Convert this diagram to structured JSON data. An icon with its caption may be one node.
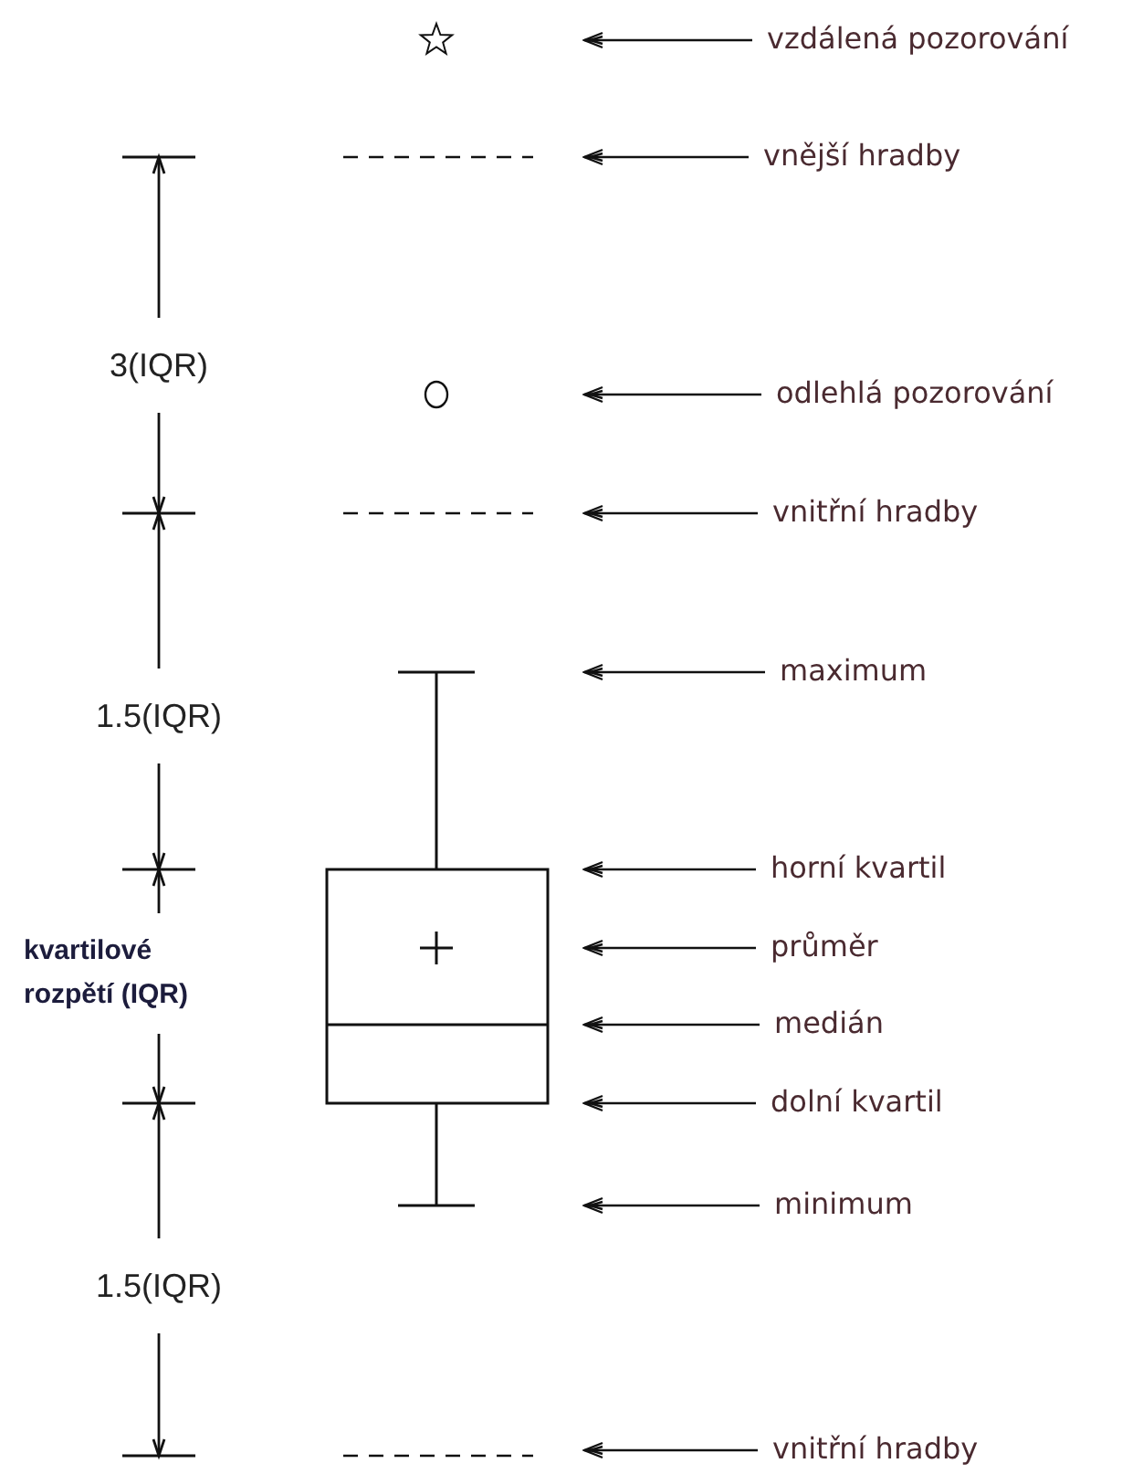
{
  "diagram": {
    "nodes": [
      {
        "text": [
          "vzdálená pozorování"
        ]
      },
      {
        "text": [
          "vnější hradby"
        ]
      },
      {
        "text": [
          "odlehlá pozorování"
        ]
      },
      {
        "text": [
          "vnitřní hradby"
        ]
      },
      {
        "text": [
          "maximum"
        ]
      },
      {
        "text": [
          "horní kvartil"
        ]
      },
      {
        "text": [
          "průměr"
        ]
      },
      {
        "text": [
          "medián"
        ]
      },
      {
        "text": [
          "dolní kvartil"
        ]
      },
      {
        "text": [
          "minimum"
        ]
      },
      {
        "text": [
          "vnitřní hradby"
        ]
      }
    ],
    "edges": [
      {
        "from": 0,
        "to": null,
        "arrow": "to"
      },
      {
        "from": 1,
        "to": null,
        "arrow": "to"
      },
      {
        "from": 2,
        "to": null,
        "arrow": "to"
      },
      {
        "from": 3,
        "to": null,
        "arrow": "to"
      },
      {
        "from": 4,
        "to": null,
        "arrow": "to"
      },
      {
        "from": 5,
        "to": null,
        "arrow": "to"
      },
      {
        "from": 6,
        "to": null,
        "arrow": "to"
      },
      {
        "from": 7,
        "to": null,
        "arrow": "to"
      },
      {
        "from": 8,
        "to": null,
        "arrow": "to"
      },
      {
        "from": 9,
        "to": null,
        "arrow": "to"
      },
      {
        "from": 10,
        "to": null,
        "arrow": "to"
      }
    ],
    "labels": [
      "3(IQR)",
      "1.5(IQR)",
      "kvartilové rozpětí (IQR)",
      "1.5(IQR)"
    ]
  }
}
